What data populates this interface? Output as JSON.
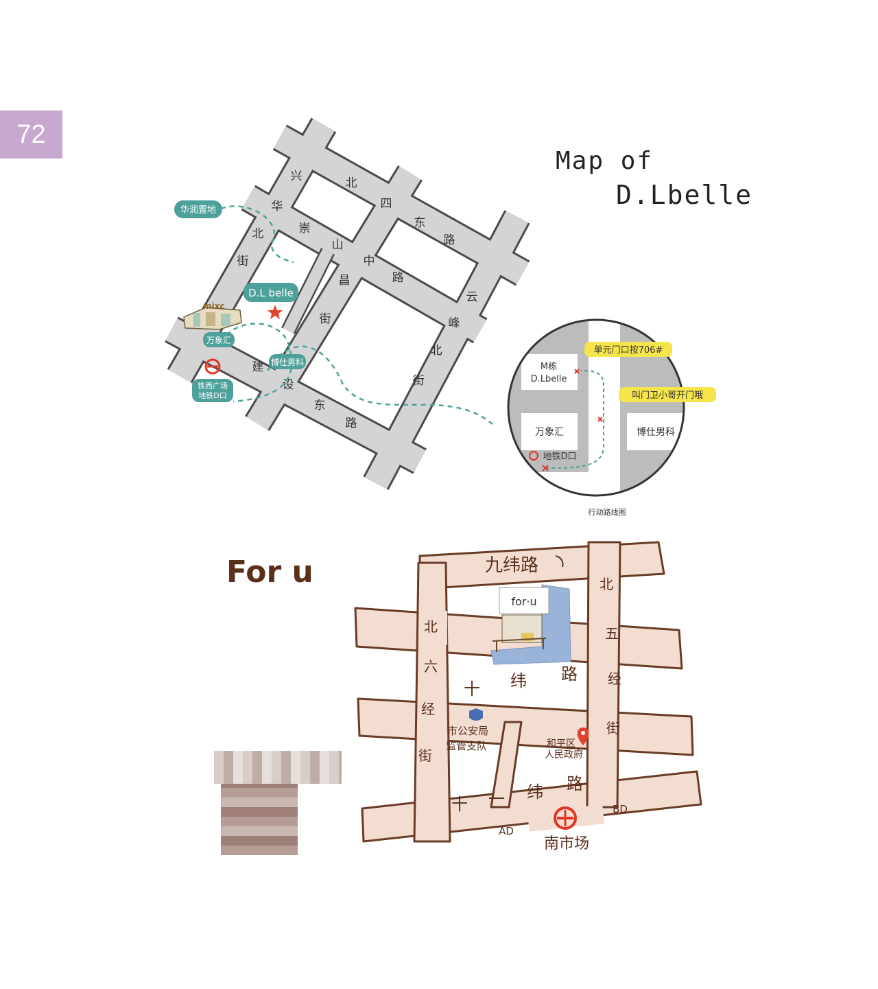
{
  "page_number": "72",
  "map1": {
    "title_line1": "Map of",
    "title_line2": "D.Lbelle",
    "roads": {
      "top_road": [
        "北",
        "四",
        "东",
        "路"
      ],
      "left_road": [
        "兴",
        "华",
        "北",
        "街"
      ],
      "mid_road": [
        "崇",
        "山",
        "中",
        "路"
      ],
      "mid_road_lower": [
        "昌",
        "街"
      ],
      "right_road": [
        "云",
        "峰",
        "北",
        "街"
      ],
      "bottom_road": [
        "建",
        "设",
        "东",
        "路"
      ]
    },
    "labels": {
      "huarun": "华润置地",
      "dlbelle": "D.L belle",
      "mixc": "mixc",
      "wanxianghui": "万象汇",
      "boshi": "博仕男科",
      "metro_line1": "铁西广场",
      "metro_line2": "地铁D口"
    },
    "inset": {
      "building_m_line1": "M栋",
      "building_m_line2": "D.Lbelle",
      "wanxianghui": "万象汇",
      "boshi": "博仕男科",
      "metro_exit": "地铁D口",
      "note_unit": "单元门口按706#",
      "note_guard": "叫门卫小哥开门哦",
      "caption": "行动路线图"
    },
    "colors": {
      "road": "#d4d4d4",
      "road_outline": "#4a4a4a",
      "teal": "#4ea09a",
      "yellow": "#f6e44b",
      "star": "#e4432f",
      "metro": "#e03525"
    }
  },
  "map2": {
    "title": "For u",
    "roads": {
      "top": "九纬路",
      "middle": [
        "十",
        "纬",
        "路"
      ],
      "bottom": [
        "十",
        "一",
        "纬",
        "路"
      ],
      "left": [
        "北",
        "六",
        "经",
        "街"
      ],
      "right": [
        "北",
        "五",
        "经",
        "街"
      ]
    },
    "shop_sign": "for·u",
    "labels": {
      "police_line1": "市公安局",
      "police_line2": "监管支队",
      "gov_line1": "和平区",
      "gov_line2": "人民政府",
      "metro_station": "南市场",
      "exit_a": "AD",
      "exit_b": "BD"
    },
    "colors": {
      "road": "#f3ddd0",
      "road_outline": "#6a3b24",
      "shop": "#9ab3d8",
      "police": "#4a6cb0",
      "pin": "#e4432f",
      "metro": "#e03525"
    }
  }
}
